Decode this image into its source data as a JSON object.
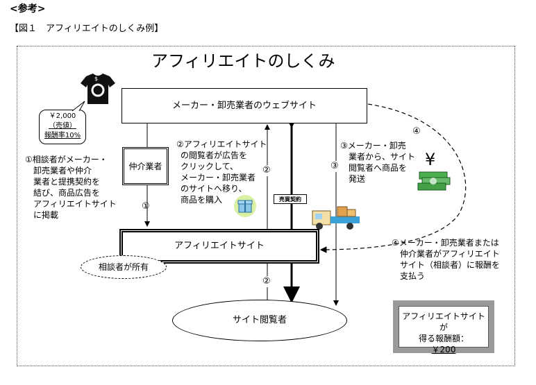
{
  "header": {
    "reference": "<参考>",
    "figure_caption": "【図１　アフィリエイトのしくみ例】"
  },
  "diagram": {
    "title": "アフィリエイトのしくみ",
    "maker_site": "メーカー・卸売業者のウェブサイト",
    "broker": "仲介業者",
    "affiliate_site": "アフィリエイトサイト",
    "owner_label": "相談者が所有",
    "viewer": "サイト閲覧者",
    "price_tag": [
      "￥2,000",
      "（売値）",
      "報酬率10%"
    ],
    "sale_contract": "売買契約",
    "step1_lines": [
      "①相談者がメーカー・",
      "卸売業者や仲介",
      "業者と提携契約を",
      "結び、商品広告を",
      "アフィリエイトサイト",
      "に掲載"
    ],
    "step2_lines": [
      "②アフィリエイトサイト",
      "の閲覧者が広告を",
      "クリックして、",
      "メーカー・卸売業者",
      "のサイトへ移り、",
      "商品を購入"
    ],
    "step3_lines": [
      "③メーカー・卸売",
      "業者から、サイト",
      "閲覧者へ商品を",
      "発送"
    ],
    "step4_lines": [
      "④メーカー・卸売業者または",
      "仲介業者がアフィリエイト",
      "サイト（相談者）に報酬を",
      "支払う"
    ],
    "arrow_label_1": "①",
    "arrow_label_2": "②",
    "arrow_label_3": "③",
    "arrow_label_4": "④",
    "reward_box": [
      "アフィリエイトサイトが",
      "得る報酬額：",
      "￥200"
    ]
  },
  "icons": {
    "shirt": "tshirt-icon",
    "gift": "gift-box-icon",
    "truck": "delivery-truck-icon",
    "money": "yen-money-icon"
  }
}
